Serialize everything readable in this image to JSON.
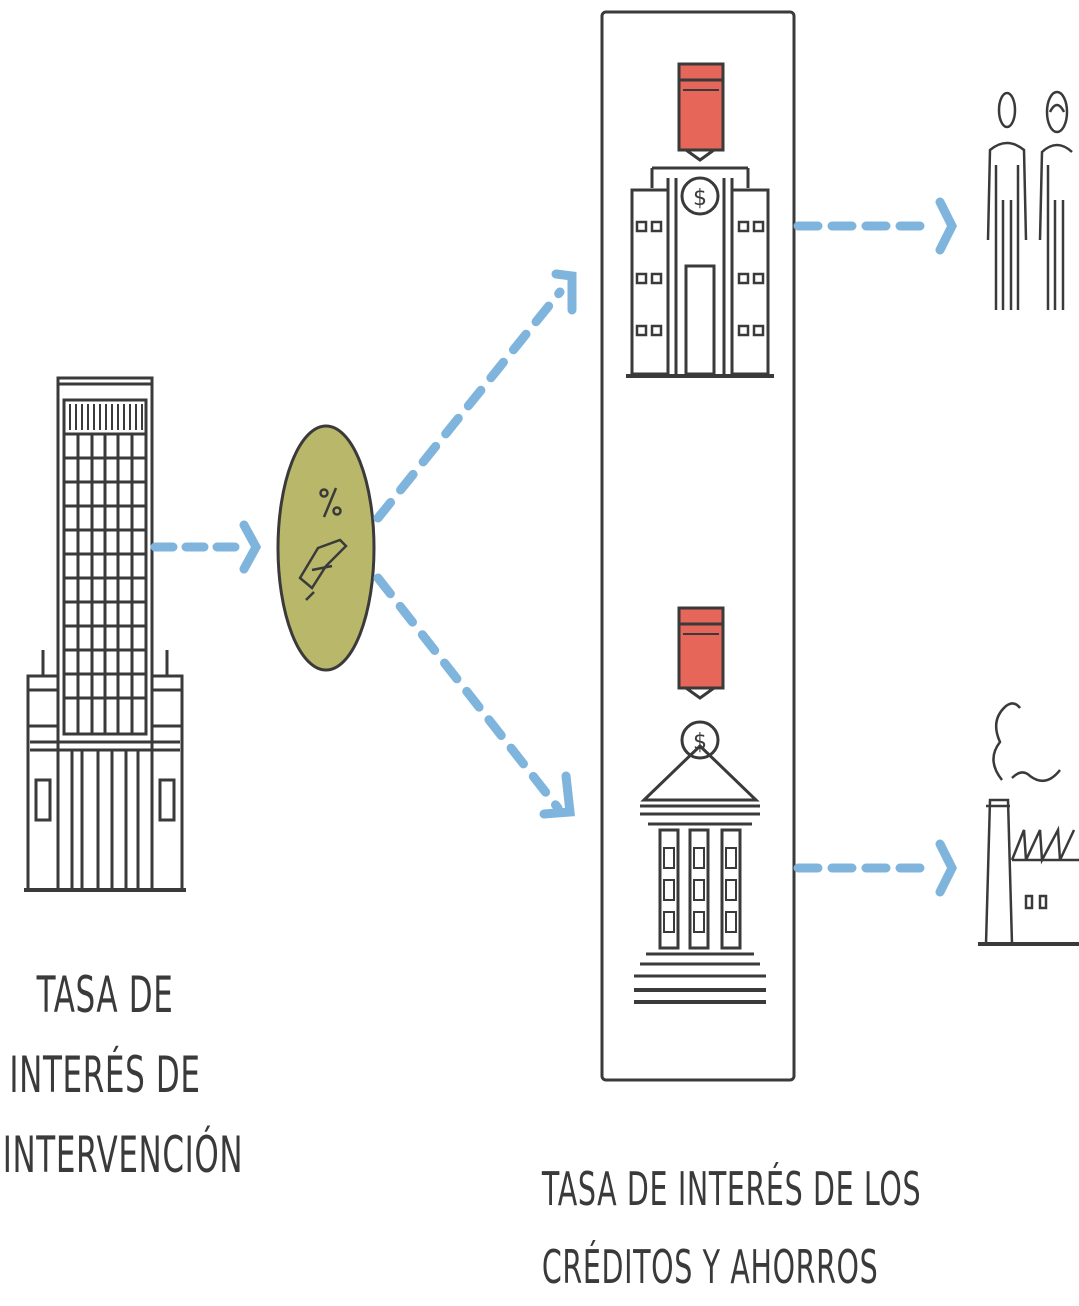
{
  "labels": {
    "central_bank": [
      "TASA DE",
      "INTERÉS DE",
      "INTERVENCIÓN"
    ],
    "banks": [
      "TASA DE INTERÉS DE LOS",
      "CRÉDITOS Y AHORROS"
    ]
  },
  "icons": {
    "central_bank": "office-tower-icon",
    "rate": "percent-hand-icon",
    "commercial_bank": "bank-building-icon",
    "bank_temple": "bank-temple-icon",
    "card": "credit-card-icon",
    "coin": "dollar-coin-icon",
    "people": "people-icon",
    "factory": "factory-icon",
    "arrow": "dashed-arrow-icon"
  },
  "colors": {
    "line": "#3a3a3a",
    "arrow": "#7fb4dd",
    "rate_circle": "#b9b86a",
    "card": "#e7665a",
    "background": "#ffffff"
  }
}
